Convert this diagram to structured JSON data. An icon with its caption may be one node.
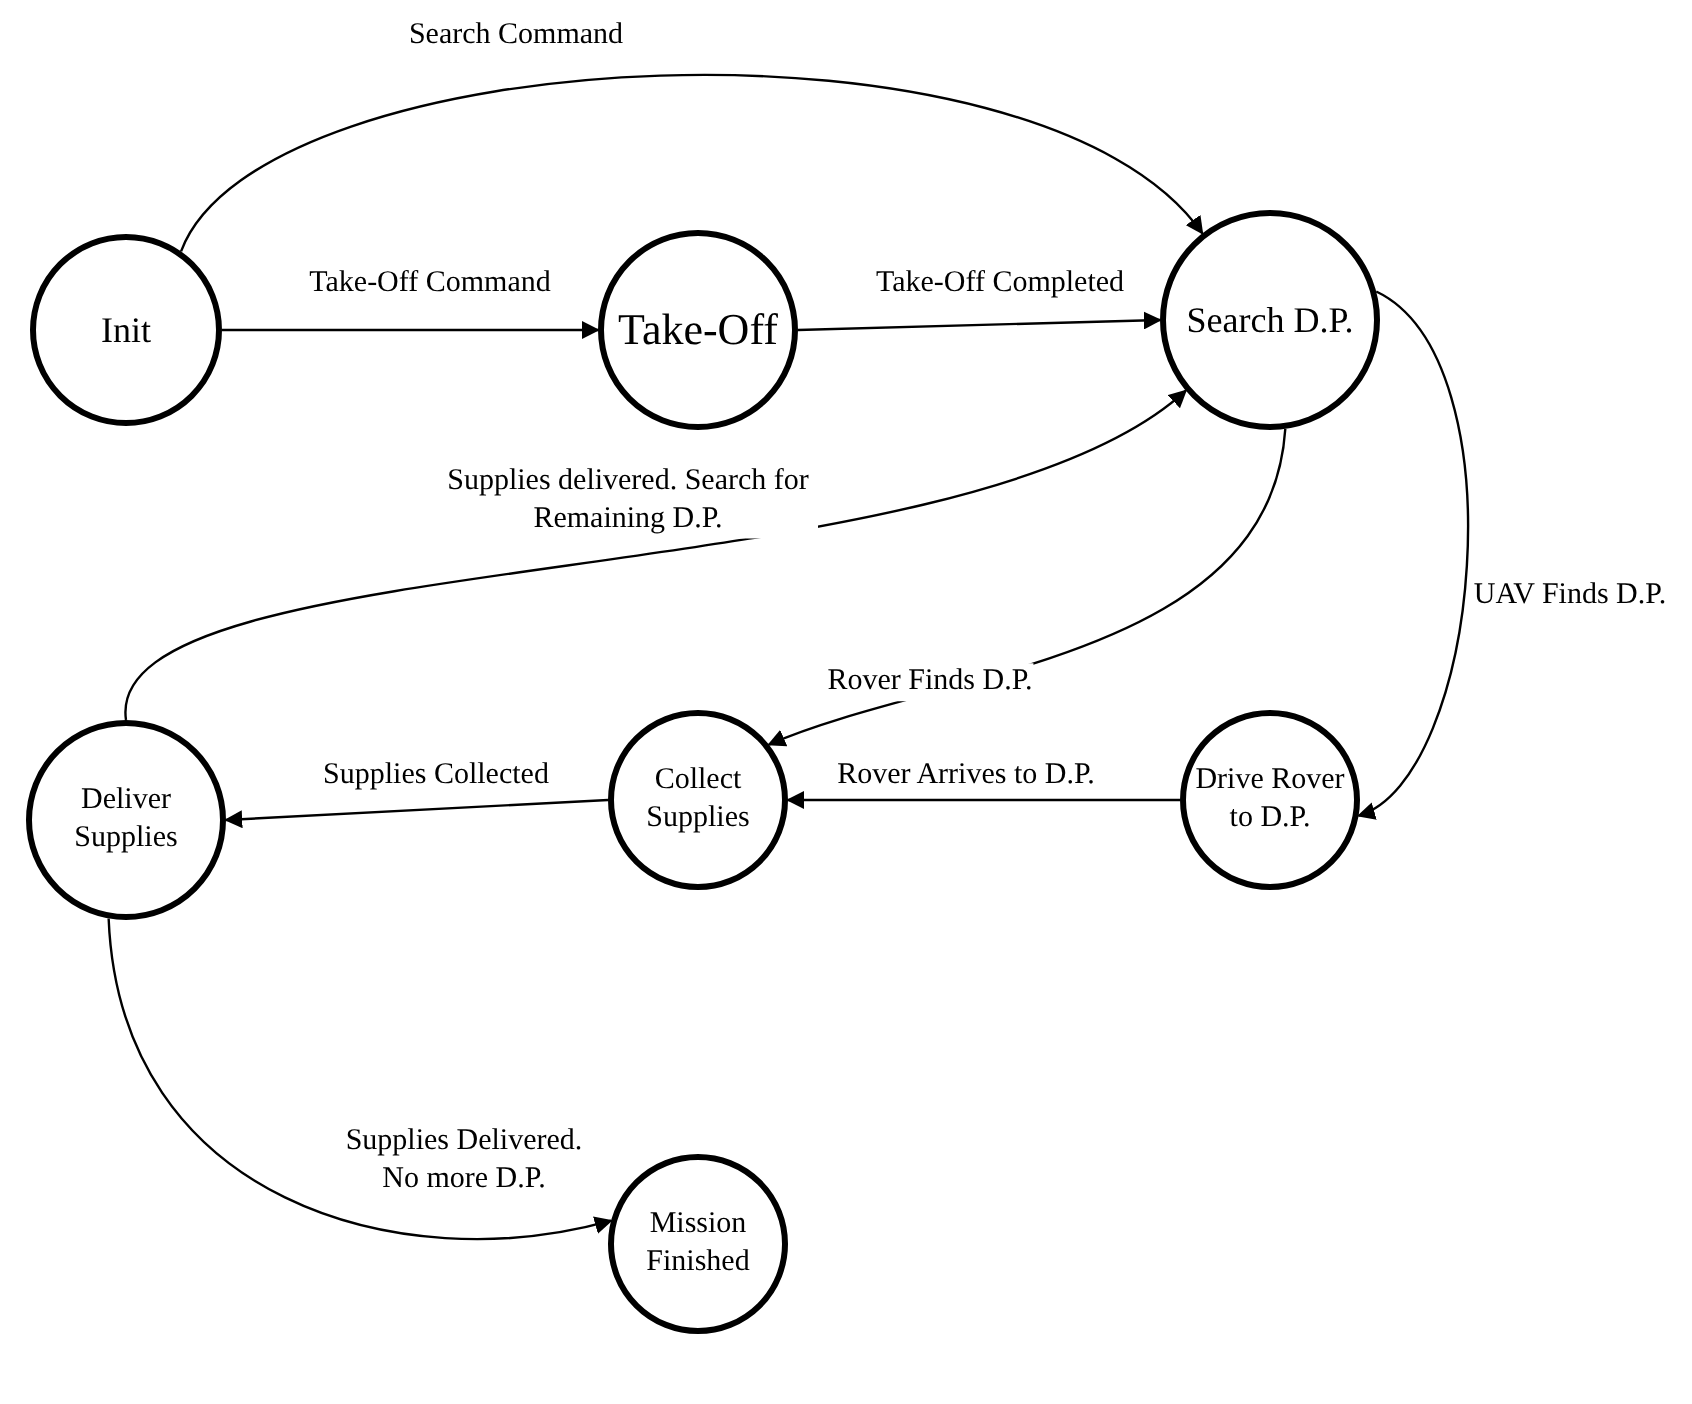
{
  "diagram": {
    "nodes": [
      {
        "text": [
          "Init"
        ]
      },
      {
        "text": [
          "Take-Off"
        ]
      },
      {
        "text": [
          "Search D.P."
        ]
      },
      {
        "text": [
          "Deliver Supplies"
        ]
      },
      {
        "text": [
          "Collect Supplies"
        ]
      },
      {
        "text": [
          "Drive Rover to D.P."
        ]
      },
      {
        "text": [
          "Mission Finished"
        ]
      }
    ],
    "edges": [
      {
        "from": 0,
        "to": 2,
        "arrow": "to",
        "label": "Search Command"
      },
      {
        "from": 0,
        "to": 1,
        "arrow": "to",
        "label": "Take-Off Command"
      },
      {
        "from": 1,
        "to": 2,
        "arrow": "to",
        "label": "Take-Off Completed"
      },
      {
        "from": 2,
        "to": 5,
        "arrow": "to",
        "label": "UAV Finds D.P."
      },
      {
        "from": 2,
        "to": 4,
        "arrow": "to",
        "label": "Rover Finds D.P."
      },
      {
        "from": 5,
        "to": 4,
        "arrow": "to",
        "label": "Rover Arrives to D.P."
      },
      {
        "from": 4,
        "to": 3,
        "arrow": "to",
        "label": "Supplies Collected"
      },
      {
        "from": 3,
        "to": 2,
        "arrow": "to",
        "label": "Supplies delivered. Search for Remaining D.P."
      },
      {
        "from": 3,
        "to": 6,
        "arrow": "to",
        "label": "Supplies Delivered. No more D.P."
      }
    ]
  }
}
